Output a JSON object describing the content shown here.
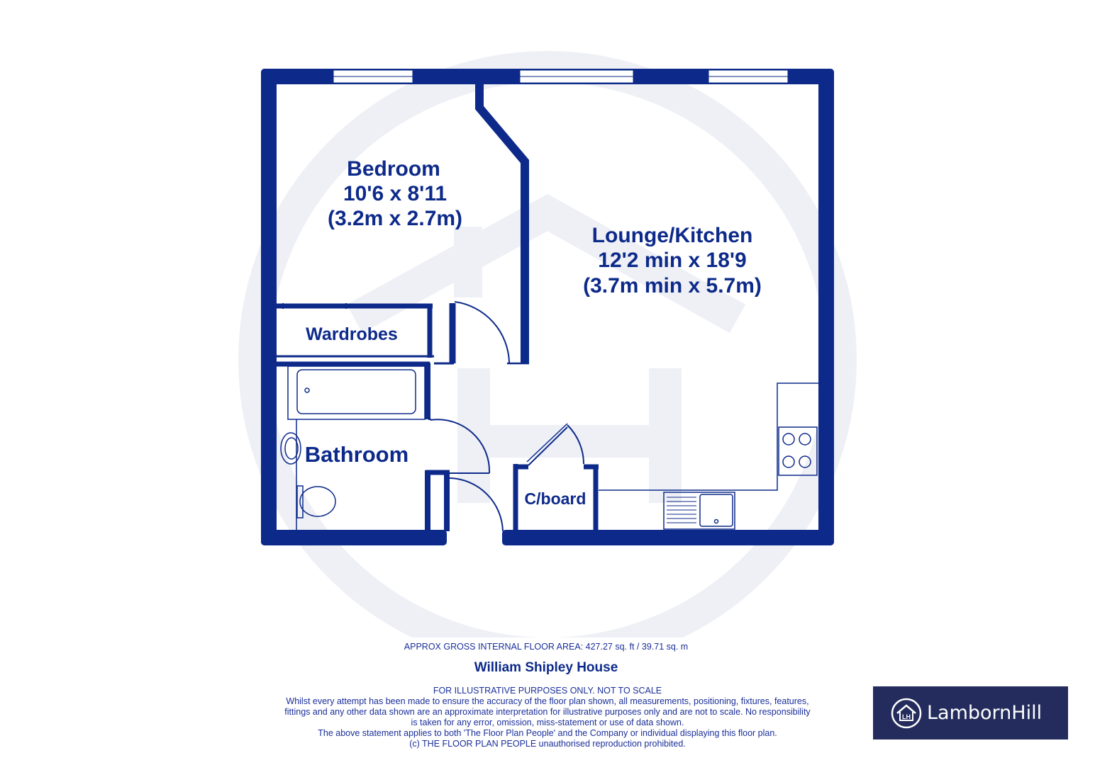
{
  "rooms": {
    "bedroom": {
      "name": "Bedroom",
      "imperial": "10'6 x 8'11",
      "metric": "(3.2m x 2.7m)"
    },
    "lounge": {
      "name": "Lounge/Kitchen",
      "imperial": "12'2 min x 18'9",
      "metric": "(3.7m min x 5.7m)"
    },
    "wardrobes": {
      "name": "Wardrobes"
    },
    "bathroom": {
      "name": "Bathroom"
    },
    "cupboard": {
      "name": "C/board"
    }
  },
  "footer": {
    "area": "APPROX GROSS INTERNAL FLOOR AREA:  427.27 sq. ft / 39.71 sq. m",
    "property": "William Shipley House",
    "disclaimer_lines": [
      "FOR ILLUSTRATIVE PURPOSES ONLY.  NOT TO SCALE",
      "Whilst every attempt has been made to ensure the accuracy of the floor plan shown, all measurements, positioning, fixtures, features,",
      "fittings and any other data shown are an approximate interpretation for illustrative purposes only and are not to scale.  No responsibility",
      "is taken for any error, omission, miss-statement or use of data shown.",
      "The above statement applies to both 'The Floor Plan People' and the Company or individual displaying this floor plan.",
      "(c) THE FLOOR PLAN PEOPLE unauthorised reproduction prohibited."
    ]
  },
  "brand": {
    "name": "LambornHill",
    "mark": "LH",
    "icon": "house-logo-icon"
  },
  "colors": {
    "wall": "#0d2a8a",
    "brand_bg": "#232c5c",
    "watermark": "#eef0f6"
  }
}
